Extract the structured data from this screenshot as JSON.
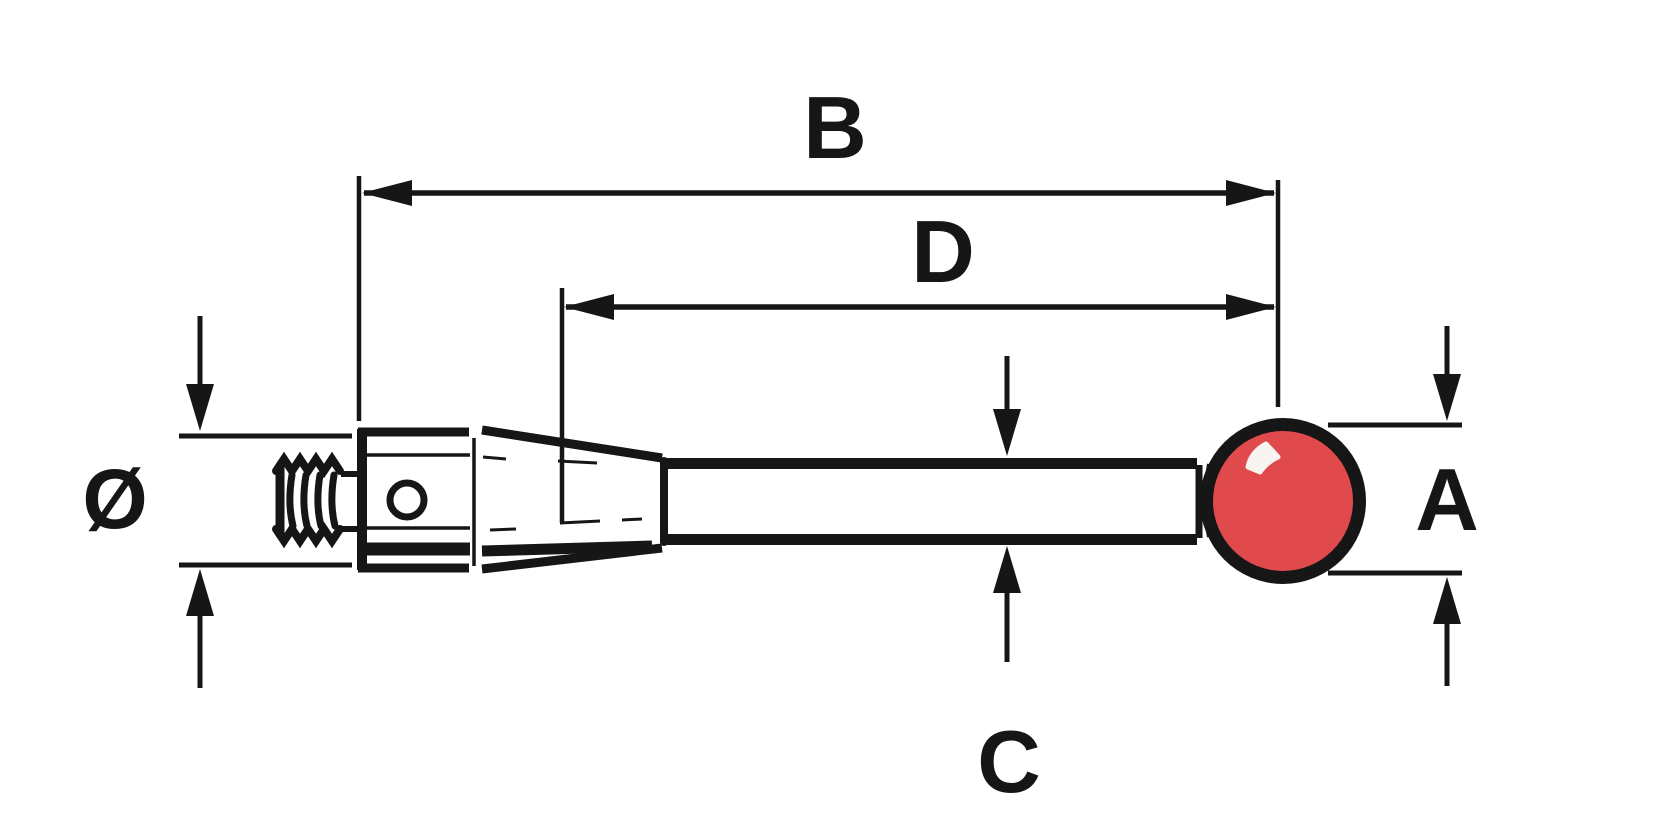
{
  "labels": {
    "b": "B",
    "d": "D",
    "diameter": "Ø",
    "a": "A",
    "c": "C"
  },
  "colors": {
    "line_black": "#161616",
    "ball_red": "#e14a4c",
    "ball_highlight": "#f7f4f2",
    "background": "#ffffff"
  }
}
